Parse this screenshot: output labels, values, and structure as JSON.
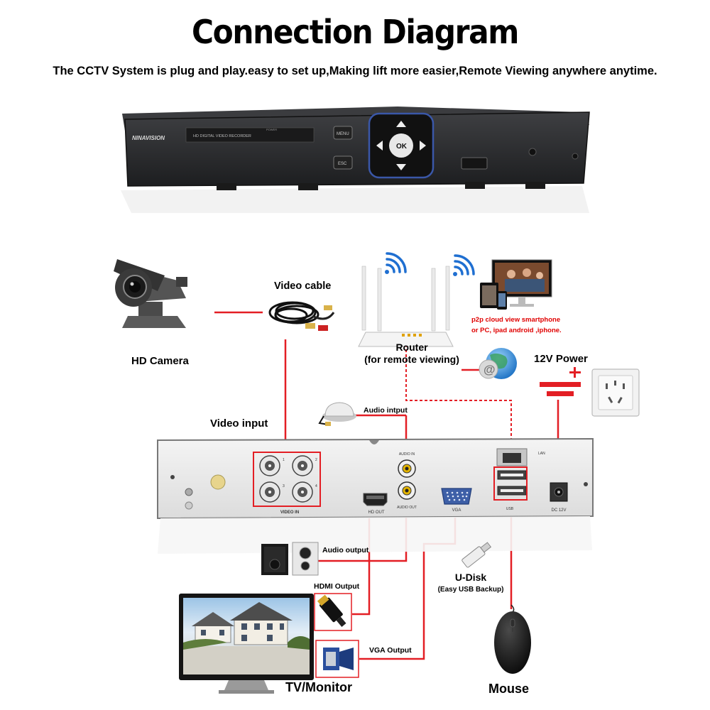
{
  "title": "Connection Diagram",
  "subtitle": "The CCTV System is plug and play.easy to set up,Making lift more easier,Remote Viewing anywhere anytime.",
  "dvr_front": {
    "brand": "NINAVISION",
    "model_text": "HD DIGITAL VIDEO RECORDER",
    "power_text": "POWER",
    "menu_button": "MENU",
    "esc_button": "ESC",
    "ok_button": "OK"
  },
  "labels": {
    "hd_camera": "HD Camera",
    "video_cable": "Video cable",
    "router_line1": "Router",
    "router_line2": "(for remote viewing)",
    "p2p_line1": "p2p cloud  view smartphone",
    "p2p_line2": "or PC, ipad android ,iphone.",
    "power": "12V Power",
    "video_input": "Video input",
    "audio_input": "Audio intput",
    "audio_output": "Audio output",
    "hdmi_output": "HDMI Output",
    "vga_output": "VGA Output",
    "udisk": "U-Disk",
    "udisk_sub": "(Easy USB Backup)",
    "monitor": "TV/Monitor",
    "mouse": "Mouse"
  },
  "rear_panel": {
    "video_in": "VIDEO IN",
    "audio_in": "AUDIO IN",
    "audio_out": "AUDIO OUT",
    "hd_out": "HD OUT",
    "vga": "VGA",
    "lan": "LAN",
    "dc12v": "DC 12V",
    "usb": "USB",
    "channels": [
      "1",
      "2",
      "3",
      "4"
    ]
  },
  "colors": {
    "accent": "#e31e24",
    "dvr_body": "#3a3b3d",
    "panel": "#ececec"
  }
}
